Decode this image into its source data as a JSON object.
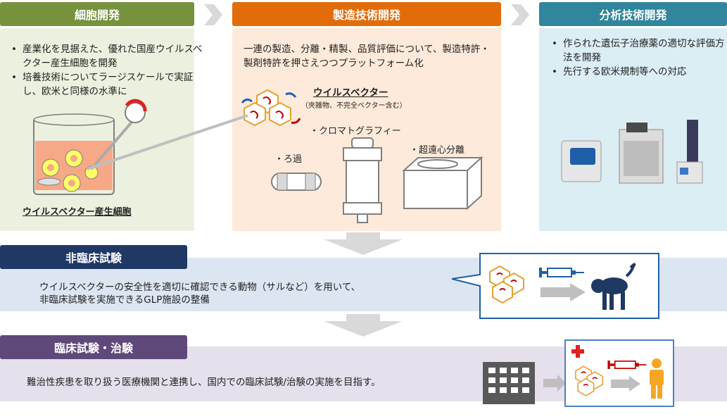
{
  "sections": {
    "cell": {
      "title": "細胞開発",
      "bullets": [
        "産業化を見据えた、優れた国産ウイルスベクター産生細胞を開発",
        "培養技術についてラージスケールで実証し、欧米と同様の水準に"
      ],
      "cell_label": "ウイルスベクター産生細胞"
    },
    "manufacturing": {
      "title": "製造技術開発",
      "text": "一連の製造、分離・精製、品質評価について、製造特許・製剤特許を押さえつつプラットフォーム化",
      "vector_label": "ウイルスベクター",
      "vector_note": "（夾雑物、不完全ベクター含む）",
      "chromatography": "・クロマトグラフィー",
      "filtration": "・ろ過",
      "ultracentrifuge": "・超遠心分離"
    },
    "analysis": {
      "title": "分析技術開発",
      "bullets": [
        "作られた遺伝子治療薬の適切な評価方法を開発",
        "先行する欧米規制等への対応"
      ]
    },
    "nonclinical": {
      "title": "非臨床試験",
      "text_line1": "ウイルスベクターの安全性を適切に確認できる動物（サルなど）を用いて、",
      "text_line2": "非臨床試験を実施できるGLP施設の整備"
    },
    "clinical": {
      "title": "臨床試験・治験",
      "text": "難治性疾患を取り扱う医療機関と連携し、国内での臨床試験/治験の実施を目指す。"
    }
  },
  "colors": {
    "green_header": "#76923c",
    "green_panel": "#ebf1de",
    "orange_header": "#e36c0a",
    "orange_panel": "#fdeada",
    "blue_header": "#31859c",
    "blue_panel": "#dbeef4",
    "navy_header": "#1f3864",
    "navy_panel": "#dce6f2",
    "purple_header": "#5f497a",
    "purple_panel": "#e6e0ec",
    "gray_arrow": "#d0d0d0",
    "icon_gray": "#595959",
    "icon_blue": "#0070c0",
    "icon_orange": "#f5a623"
  },
  "icons": [
    "virus-cluster-icon",
    "syringe-icon",
    "monkey-icon",
    "hospital-building-icon",
    "medical-cross-icon",
    "person-icon",
    "flask-icon",
    "filter-icon",
    "column-icon",
    "centrifuge-icon",
    "analyzer-icon"
  ]
}
